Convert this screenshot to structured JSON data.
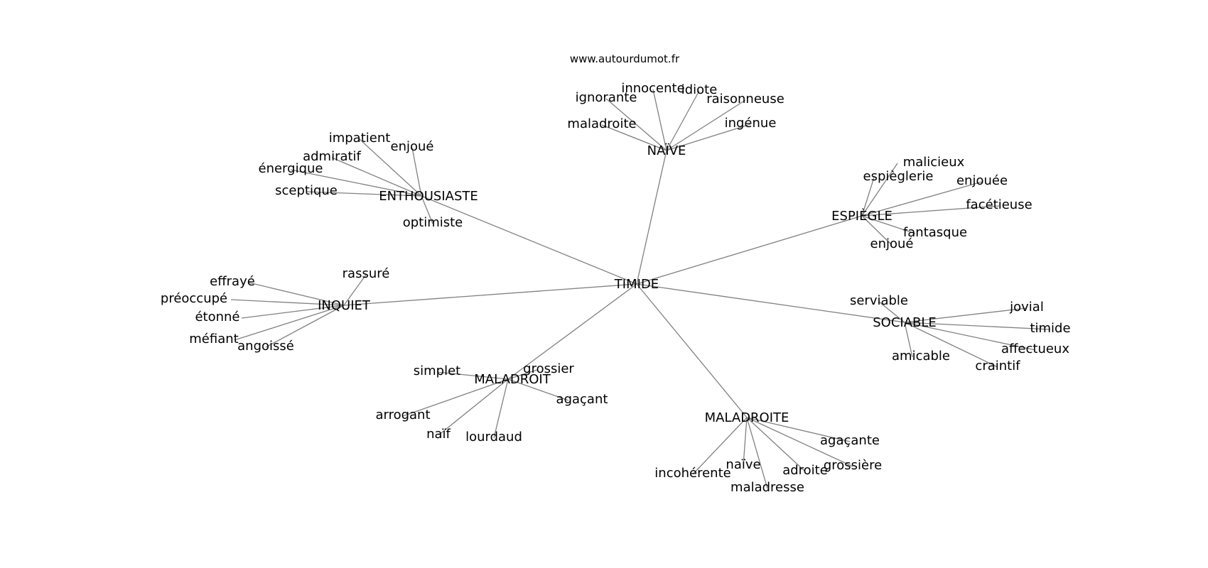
{
  "source": "www.autourdumot.fr",
  "center": "TIMIDE",
  "groups": [
    {
      "label": "NAÏVE",
      "words": [
        "innocente",
        "idiote",
        "ignorante",
        "raisonneuse",
        "maladroite",
        "ingénue"
      ]
    },
    {
      "label": "ENTHOUSIASTE",
      "words": [
        "impatient",
        "enjoué",
        "admiratif",
        "énergique",
        "sceptique",
        "optimiste"
      ]
    },
    {
      "label": "ESPIÈGLE",
      "words": [
        "malicieux",
        "espièglerie",
        "enjouée",
        "facétieuse",
        "fantasque",
        "enjoué"
      ]
    },
    {
      "label": "INQUIET",
      "words": [
        "rassuré",
        "effrayé",
        "préoccupé",
        "étonné",
        "méfiant",
        "angoissé"
      ]
    },
    {
      "label": "SOCIABLE",
      "words": [
        "serviable",
        "jovial",
        "timide",
        "affectueux",
        "amicable",
        "craintif"
      ]
    },
    {
      "label": "MALADROIT",
      "words": [
        "simplet",
        "grossier",
        "agaçant",
        "arrogant",
        "naïf",
        "lourdaud"
      ]
    },
    {
      "label": "MALADROITE",
      "words": [
        "agaçante",
        "naïve",
        "grossière",
        "adroite",
        "incohérente",
        "maladresse"
      ]
    }
  ]
}
